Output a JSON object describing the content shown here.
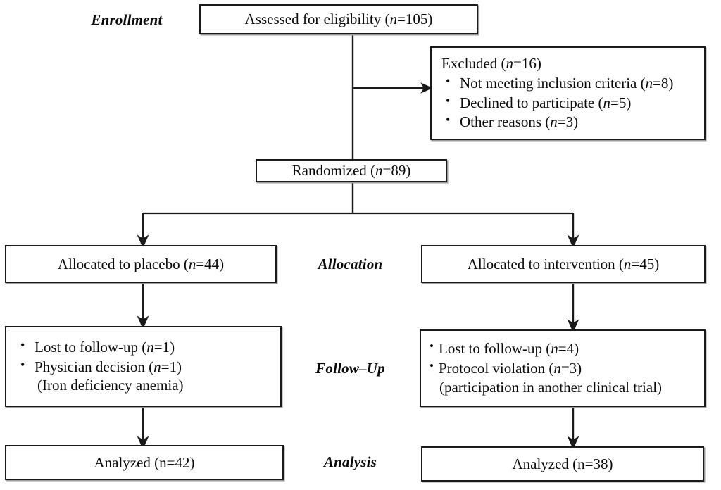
{
  "diagram": {
    "title": "CONSORT participant flow diagram",
    "line_color": "#1a1a1a",
    "box_shadow_color": "#9a9a9a",
    "background": "#ffffff"
  },
  "stages": {
    "enrollment": "Enrollment",
    "allocation": "Allocation",
    "followup": "Follow–Up",
    "analysis": "Analysis"
  },
  "nodes": {
    "assessed": {
      "text_prefix": "Assessed for eligibility (",
      "n_symbol": "n",
      "text_suffix": "=105)"
    },
    "excluded": {
      "lead_prefix": "Excluded (",
      "n_symbol": "n",
      "lead_suffix": "=16)",
      "items": [
        {
          "label": "Not meeting inclusion criteria (",
          "n_symbol": "n",
          "value": "=8)"
        },
        {
          "label": "Declined to participate (",
          "n_symbol": "n",
          "value": "=5)"
        },
        {
          "label": "Other reasons (",
          "n_symbol": "n",
          "value": "=3)"
        }
      ]
    },
    "randomized": {
      "text_prefix": "Randomized (",
      "n_symbol": "n",
      "text_suffix": "=89)"
    },
    "allocated_placebo": {
      "text_prefix": "Allocated to placebo (",
      "n_symbol": "n",
      "text_suffix": "=44)"
    },
    "allocated_intervention": {
      "text_prefix": "Allocated to intervention (",
      "n_symbol": "n",
      "text_suffix": "=45)"
    },
    "followup_placebo": {
      "items": [
        {
          "label": "Lost to follow-up (",
          "n_symbol": "n",
          "value": "=1)",
          "continuation": ""
        },
        {
          "label": "Physician decision (",
          "n_symbol": "n",
          "value": "=1)",
          "continuation": "(Iron deficiency anemia)"
        }
      ]
    },
    "followup_intervention": {
      "items": [
        {
          "label": "Lost to follow-up (",
          "n_symbol": "n",
          "value": "=4)",
          "continuation": ""
        },
        {
          "label": "Protocol violation (",
          "n_symbol": "n",
          "value": "=3)",
          "continuation": "(participation in another clinical trial)"
        }
      ]
    },
    "analyzed_placebo": {
      "text": "Analyzed (n=42)"
    },
    "analyzed_intervention": {
      "text": "Analyzed (n=38)"
    }
  },
  "chart_data": {
    "type": "diagram",
    "title": "CONSORT flow diagram",
    "flow": [
      {
        "stage": "Enrollment",
        "node": "Assessed for eligibility",
        "n": 105
      },
      {
        "stage": "Enrollment",
        "node": "Excluded",
        "n": 16,
        "reasons": [
          {
            "reason": "Not meeting inclusion criteria",
            "n": 8
          },
          {
            "reason": "Declined to participate",
            "n": 5
          },
          {
            "reason": "Other reasons",
            "n": 3
          }
        ]
      },
      {
        "stage": "Enrollment",
        "node": "Randomized",
        "n": 89
      },
      {
        "stage": "Allocation",
        "arm": "placebo",
        "node": "Allocated to placebo",
        "n": 44
      },
      {
        "stage": "Allocation",
        "arm": "intervention",
        "node": "Allocated to intervention",
        "n": 45
      },
      {
        "stage": "Follow-Up",
        "arm": "placebo",
        "losses": [
          {
            "reason": "Lost to follow-up",
            "n": 1
          },
          {
            "reason": "Physician decision (Iron deficiency anemia)",
            "n": 1
          }
        ]
      },
      {
        "stage": "Follow-Up",
        "arm": "intervention",
        "losses": [
          {
            "reason": "Lost to follow-up",
            "n": 4
          },
          {
            "reason": "Protocol violation (participation in another clinical trial)",
            "n": 3
          }
        ]
      },
      {
        "stage": "Analysis",
        "arm": "placebo",
        "node": "Analyzed",
        "n": 42
      },
      {
        "stage": "Analysis",
        "arm": "intervention",
        "node": "Analyzed",
        "n": 38
      }
    ]
  }
}
